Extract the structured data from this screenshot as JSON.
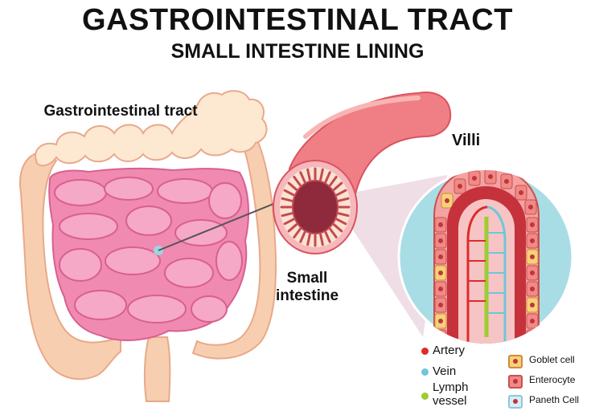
{
  "header": {
    "title": "GASTROINTESTINAL TRACT",
    "subtitle": "SMALL INTESTINE LINING"
  },
  "labels": {
    "gi_tract": "Gastrointestinal tract",
    "small_intestine": "Small intestine",
    "villi": "Villi"
  },
  "legend": {
    "vessels": [
      {
        "label": "Artery",
        "color": "#e02a2a"
      },
      {
        "label": "Vein",
        "color": "#6ec6d9"
      },
      {
        "label": "Lymph vessel",
        "color": "#9fcc2e"
      }
    ],
    "cells": [
      {
        "label": "Goblet cell",
        "color": "#f5d27a",
        "border": "#d08a3a"
      },
      {
        "label": "Enterocyte",
        "color": "#f08a86",
        "border": "#c8504e"
      },
      {
        "label": "Paneth Cell",
        "color": "#d8eef6",
        "border": "#8fc7d9"
      }
    ]
  },
  "colors": {
    "colon": "#f7cfb0",
    "colon_outline": "#e8a98a",
    "intestine": "#f08ab0",
    "intestine_dark": "#d95f90",
    "tube": "#f07e85",
    "villi_bg": "#a9dde6"
  }
}
